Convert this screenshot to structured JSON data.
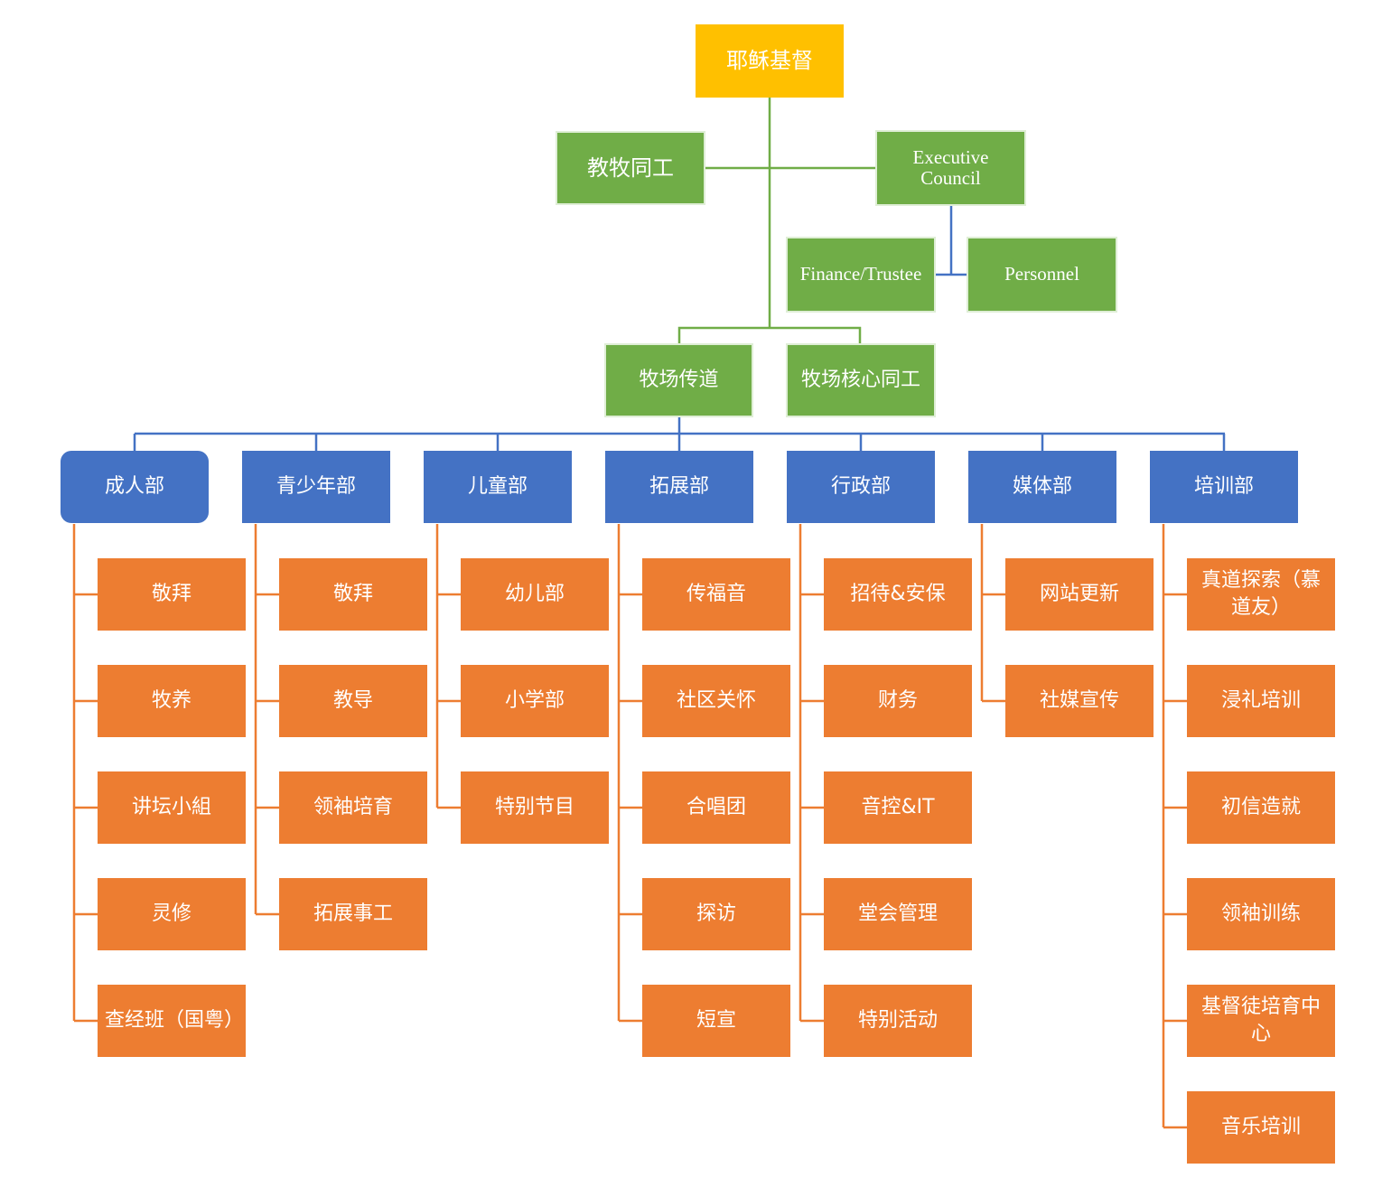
{
  "colors": {
    "root": "#ffc000",
    "leadership": "#70ad47",
    "department": "#4472c4",
    "ministry": "#ed7d31",
    "blue_line": "#4472c4",
    "green_line": "#70ad47",
    "orange_line": "#ed7d31"
  },
  "root": "耶稣基督",
  "pastoral_staff": "教牧同工",
  "executive_council": "Executive Council",
  "finance_trustee": "Finance/Trustee",
  "personnel": "Personnel",
  "ranch_mission": "牧场传道",
  "ranch_core_staff": "牧场核心同工",
  "departments": [
    {
      "name": "成人部",
      "children": [
        "敬拜",
        "牧养",
        "讲坛小組",
        "灵修",
        "查经班（国粤）"
      ]
    },
    {
      "name": "青少年部",
      "children": [
        "敬拜",
        "教导",
        "领袖培育",
        "拓展事工"
      ]
    },
    {
      "name": "儿童部",
      "children": [
        "幼儿部",
        "小学部",
        "特别节目"
      ]
    },
    {
      "name": "拓展部",
      "children": [
        "传福音",
        "社区关怀",
        "合唱团",
        "探访",
        "短宣"
      ]
    },
    {
      "name": "行政部",
      "children": [
        "招待&安保",
        "财务",
        "音控&IT",
        "堂会管理",
        "特别活动"
      ]
    },
    {
      "name": "媒体部",
      "children": [
        "网站更新",
        "社媒宣传"
      ]
    },
    {
      "name": "培训部",
      "children": [
        "真道探索（慕道友）",
        "浸礼培训",
        "初信造就",
        "领袖训练",
        "基督徒培育中心",
        "音乐培训"
      ]
    }
  ]
}
